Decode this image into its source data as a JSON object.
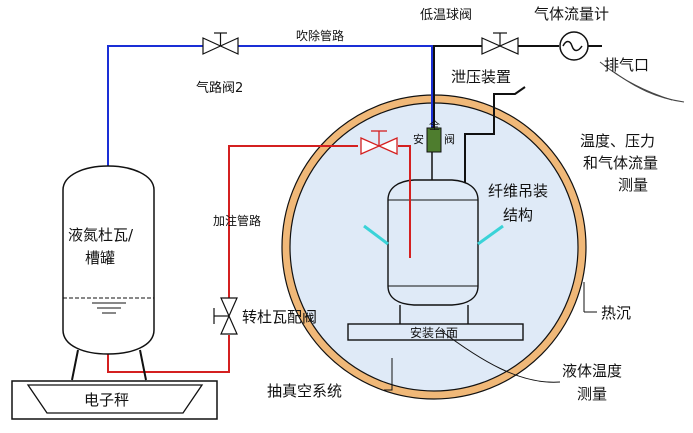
{
  "labels": {
    "low_temp_ball_valve": "低温球阀",
    "gas_flow_meter": "气体流量计",
    "purge_line": "吹除管路",
    "gas_valve_2": "气路阀2",
    "pressure_relief_device": "泄压装置",
    "exhaust_port": "排气口",
    "measurement_line1": "温度、压力",
    "measurement_line2": "和气体流量",
    "measurement_line3": "测量",
    "safety_valve_char1": "安",
    "safety_valve_char2": "全",
    "safety_valve_char3": "阀",
    "fiber_suspension_line1": "纤维吊装",
    "fiber_suspension_line2": "结构",
    "dewar_line1": "液氮杜瓦/",
    "dewar_line2": "槽罐",
    "fill_line": "加注管路",
    "transfer_valve": "转杜瓦配阀",
    "mounting_platform": "安装台面",
    "heat_sink": "热沉",
    "liquid_temp_line1": "液体温度",
    "liquid_temp_line2": "测量",
    "vacuum_system": "抽真空系统",
    "scale": "电子秤"
  },
  "colors": {
    "purge_line": "#1a2fd6",
    "fill_line": "#d42020",
    "heat_sink_ring": "#f0b878",
    "chamber_fill": "#dfeaf7",
    "safety_valve": "#4e7d2e",
    "brackets": "#3ad3d8",
    "outline": "#111111"
  },
  "icons": [
    "valve-icon",
    "flow-meter-icon",
    "safety-valve-icon"
  ]
}
